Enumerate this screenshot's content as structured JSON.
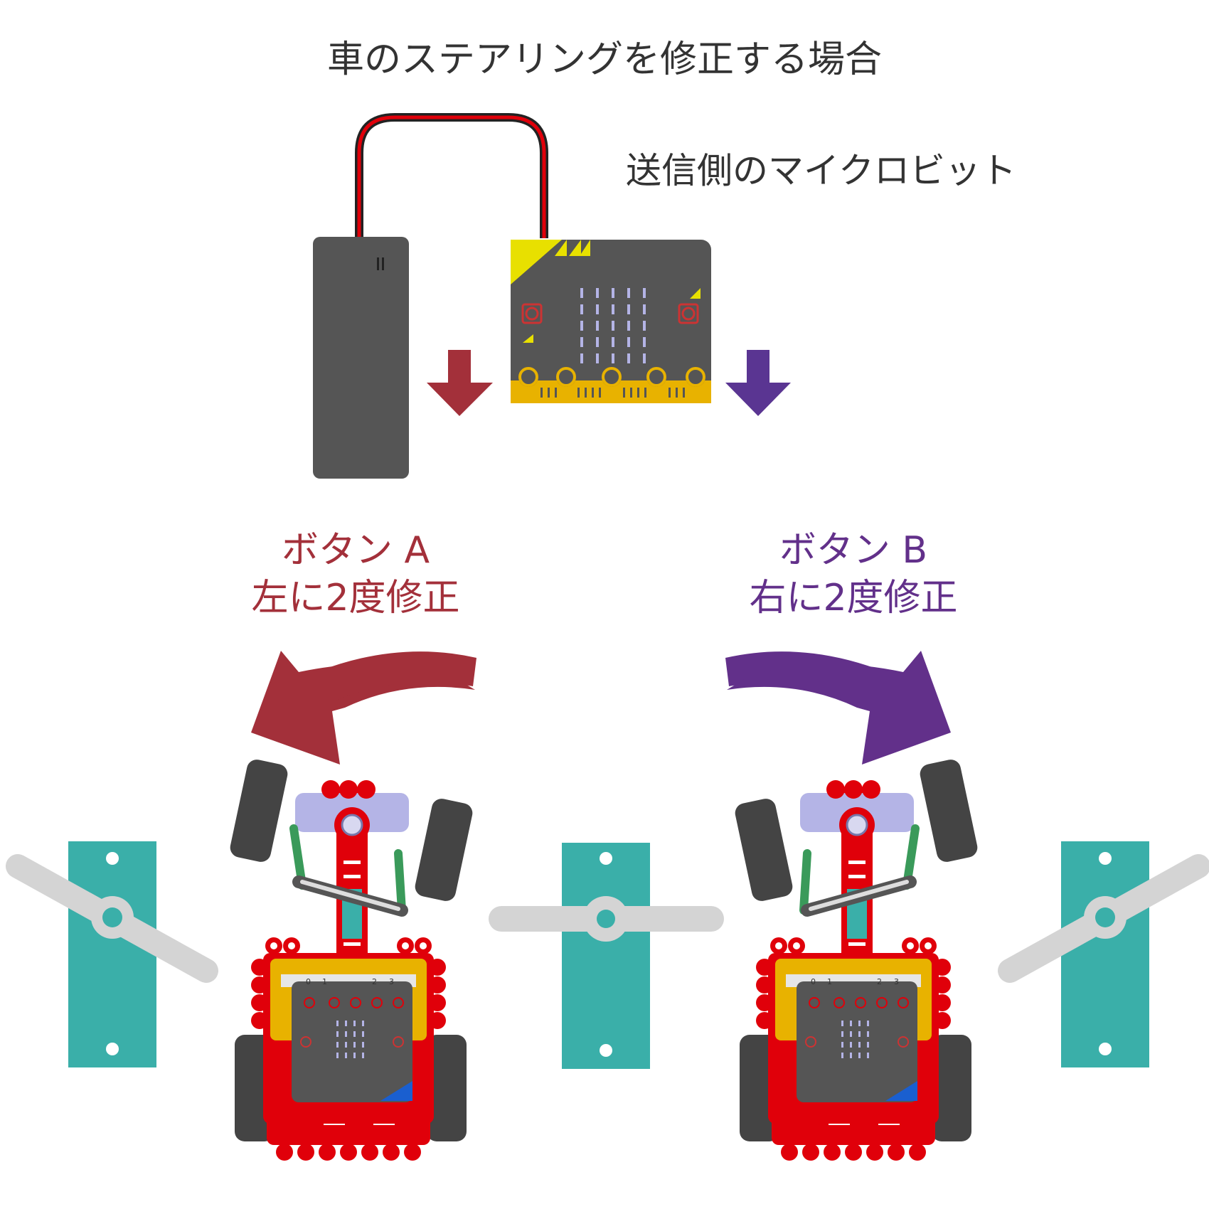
{
  "title": "車のステアリングを修正する場合",
  "sender_label": "送信側のマイクロビット",
  "button_a": {
    "label": "ボタン A",
    "action": "左に2度修正",
    "color": "#a3303a"
  },
  "button_b": {
    "label": "ボタン B",
    "action": "右に2度修正",
    "color": "#62308a"
  },
  "expansion_pin_labels": [
    "0",
    "1",
    "2",
    "3"
  ],
  "colors": {
    "servo_plate": "#3aafa9",
    "servo_horn": "#d4d4d4",
    "robot_frame": "#e0000a",
    "board_gold": "#e8b200",
    "board_yellow": "#e8e000",
    "battery": "#555555",
    "wheel": "#444444",
    "linkage": "#3a9a5a",
    "servo_body": "#b4b4e6"
  }
}
